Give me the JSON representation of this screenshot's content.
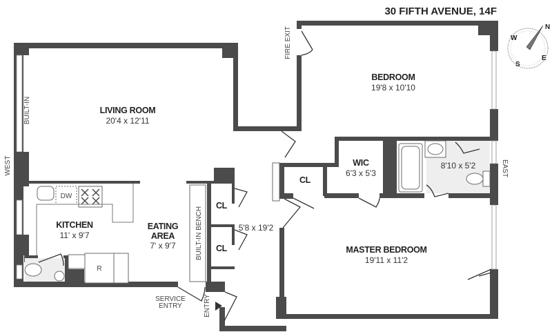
{
  "title": "30 FIFTH AVENUE, 14F",
  "compass": {
    "n": "N",
    "s": "S",
    "e": "E",
    "w": "W"
  },
  "directions": {
    "west": "WEST",
    "east": "EAST"
  },
  "rooms": {
    "living_room": {
      "name": "LIVING ROOM",
      "dims": "20'4 x 12'11"
    },
    "bedroom": {
      "name": "BEDROOM",
      "dims": "19'8 x 10'10"
    },
    "master_bedroom": {
      "name": "MASTER BEDROOM",
      "dims": "19'11 x 11'2"
    },
    "kitchen": {
      "name": "KITCHEN",
      "dims": "11' x 9'7"
    },
    "eating_area": {
      "name1": "EATING",
      "name2": "AREA",
      "dims": "7' x 9'7"
    },
    "wic": {
      "name": "WIC",
      "dims": "6'3 x 5'3"
    },
    "bath": {
      "dims": "8'10 x 5'2"
    },
    "hall": {
      "dims": "5'8 x 19'2"
    },
    "closets": [
      "CL",
      "CL",
      "CL"
    ]
  },
  "labels": {
    "built_in": "BUILT-IN",
    "built_in_bench": "BUILT-IN BENCH",
    "fire_exit": "FIRE EXIT",
    "service_entry1": "SERVICE",
    "service_entry2": "ENTRY",
    "entry": "ENTRY",
    "dw": "DW",
    "r": "R"
  }
}
